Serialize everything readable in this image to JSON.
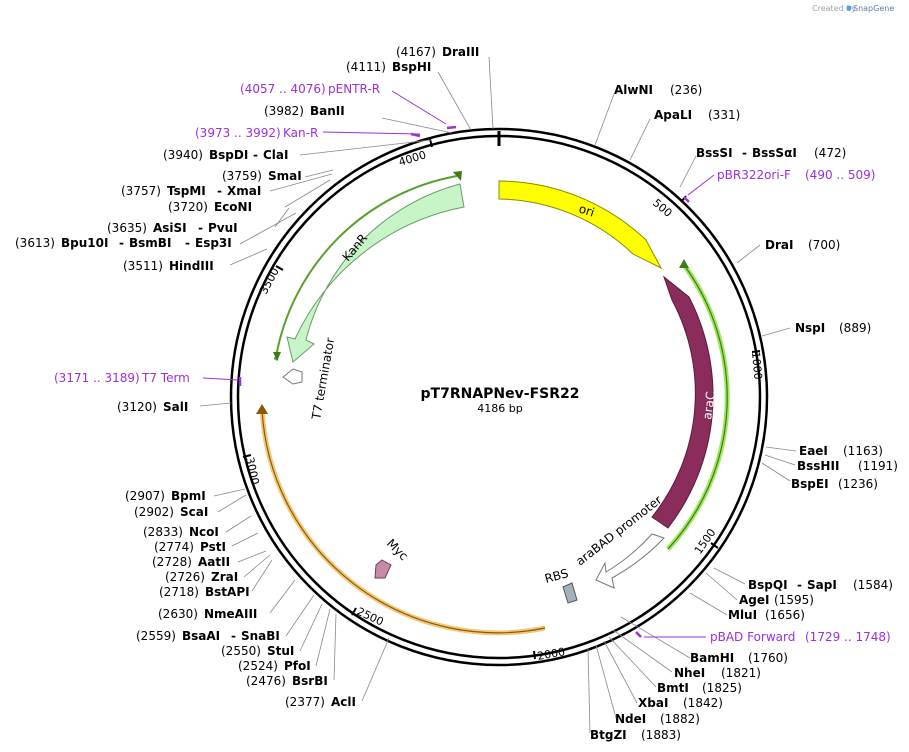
{
  "credit": {
    "prefix": "Created by",
    "brand": "SnapGene"
  },
  "plasmid": {
    "name": "pT7RNAPNev-FSR22",
    "size_label": "4186 bp",
    "length": 4186
  },
  "ticks": [
    "500",
    "1000",
    "1500",
    "2000",
    "2500",
    "3000",
    "3500",
    "4000"
  ],
  "features": [
    {
      "name": "ori",
      "color": "#ffff00"
    },
    {
      "name": "araC",
      "color": "#8b2d5c"
    },
    {
      "name": "araBAD promoter",
      "color": "#ffffff"
    },
    {
      "name": "RBS",
      "color": "#a4b0bb"
    },
    {
      "name": "Myc",
      "color": "#c98aa8"
    },
    {
      "name": "KanR",
      "color": "#c8f5c8"
    },
    {
      "name": "T7 terminator",
      "color": "#ffffff"
    }
  ],
  "enzymes": [
    {
      "pos": "(4167)",
      "name": "DraIII"
    },
    {
      "pos": "(4111)",
      "name": "BspHI"
    },
    {
      "pos": "(3982)",
      "name": "BanII"
    },
    {
      "pos": "(3940)",
      "name": "BspDI",
      "name2": "ClaI"
    },
    {
      "pos": "(3759)",
      "name": "SmaI"
    },
    {
      "pos": "(3757)",
      "name": "TspMI",
      "name2": "XmaI"
    },
    {
      "pos": "(3720)",
      "name": "EcoNI"
    },
    {
      "pos": "(3635)",
      "name": "AsiSI",
      "name2": "PvuI"
    },
    {
      "pos": "(3613)",
      "name": "Bpu10I",
      "name2": "BsmBI",
      "name3": "Esp3I"
    },
    {
      "pos": "(3511)",
      "name": "HindIII"
    },
    {
      "pos": "(3120)",
      "name": "SalI"
    },
    {
      "pos": "(2907)",
      "name": "BpmI"
    },
    {
      "pos": "(2902)",
      "name": "ScaI"
    },
    {
      "pos": "(2833)",
      "name": "NcoI"
    },
    {
      "pos": "(2774)",
      "name": "PstI"
    },
    {
      "pos": "(2728)",
      "name": "AatII"
    },
    {
      "pos": "(2726)",
      "name": "ZraI"
    },
    {
      "pos": "(2718)",
      "name": "BstAPI"
    },
    {
      "pos": "(2630)",
      "name": "NmeAIII"
    },
    {
      "pos": "(2559)",
      "name": "BsaAI",
      "name2": "SnaBI"
    },
    {
      "pos": "(2550)",
      "name": "StuI"
    },
    {
      "pos": "(2524)",
      "name": "PfoI"
    },
    {
      "pos": "(2476)",
      "name": "BsrBI"
    },
    {
      "pos": "(2377)",
      "name": "AclI"
    },
    {
      "pos": "(236)",
      "name": "AlwNI"
    },
    {
      "pos": "(331)",
      "name": "ApaLI"
    },
    {
      "pos": "(472)",
      "name": "BssSI",
      "name2": "BssSαI"
    },
    {
      "pos": "(700)",
      "name": "DraI"
    },
    {
      "pos": "(889)",
      "name": "NspI"
    },
    {
      "pos": "(1163)",
      "name": "EaeI"
    },
    {
      "pos": "(1191)",
      "name": "BssHII"
    },
    {
      "pos": "(1236)",
      "name": "BspEI"
    },
    {
      "pos": "(1584)",
      "name": "BspQI",
      "name2": "SapI"
    },
    {
      "pos": "(1595)",
      "name": "AgeI"
    },
    {
      "pos": "(1656)",
      "name": "MluI"
    },
    {
      "pos": "(1760)",
      "name": "BamHI"
    },
    {
      "pos": "(1821)",
      "name": "NheI"
    },
    {
      "pos": "(1825)",
      "name": "BmtI"
    },
    {
      "pos": "(1842)",
      "name": "XbaI"
    },
    {
      "pos": "(1882)",
      "name": "NdeI"
    },
    {
      "pos": "(1883)",
      "name": "BtgZI"
    }
  ],
  "primers": [
    {
      "range": "(4057 .. 4076)",
      "name": "pENTR-R"
    },
    {
      "range": "(3973 .. 3992)",
      "name": "Kan-R"
    },
    {
      "name": "pBR322ori-F",
      "range": "(490 .. 509)"
    },
    {
      "range": "(3171 .. 3189)",
      "name": "T7 Term"
    },
    {
      "name": "pBAD Forward",
      "range": "(1729 .. 1748)"
    }
  ],
  "colors": {
    "primer": "#9b30d9",
    "backbone": "#000000",
    "kan_highlight": "#5aa02c",
    "orf_highlight": "#e0a030",
    "arac_highlight": "#9ee85a"
  }
}
